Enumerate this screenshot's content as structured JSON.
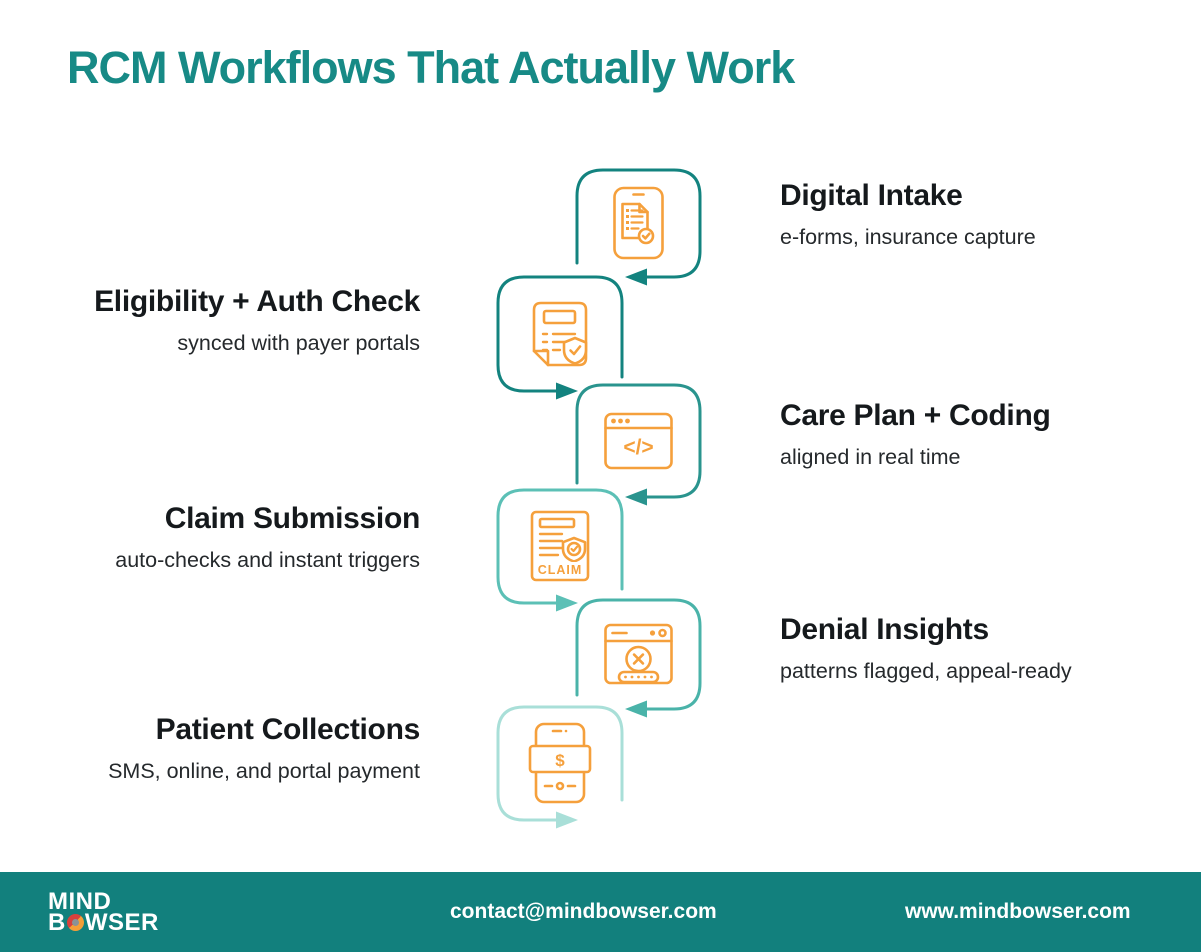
{
  "title": "RCM Workflows That Actually Work",
  "colors": {
    "title_teal": "#178A86",
    "box_dark_teal": "#13837F",
    "box3_teal": "#2A948E",
    "box4_teal": "#5CC0B6",
    "box5_teal": "#4AB3A9",
    "box6_teal": "#A9DFD8",
    "icon_orange": "#F5A03C",
    "footer_bg": "#12807D",
    "heading_text": "#15191c"
  },
  "steps": [
    {
      "title": "Digital Intake",
      "subtitle": "e-forms, insurance capture",
      "side": "right",
      "icon": "phone-form-icon"
    },
    {
      "title": "Eligibility + Auth Check",
      "subtitle": "synced with payer portals",
      "side": "left",
      "icon": "document-shield-icon"
    },
    {
      "title": "Care Plan + Coding",
      "subtitle": "aligned in real time",
      "side": "right",
      "icon": "code-window-icon"
    },
    {
      "title": "Claim Submission",
      "subtitle": "auto-checks and instant triggers",
      "side": "left",
      "icon": "claim-document-icon"
    },
    {
      "title": "Denial Insights",
      "subtitle": "patterns flagged, appeal-ready",
      "side": "right",
      "icon": "denied-window-icon"
    },
    {
      "title": "Patient Collections",
      "subtitle": "SMS, online, and portal payment",
      "side": "left",
      "icon": "phone-payment-icon"
    }
  ],
  "icon_labels": {
    "code_glyph": "</>",
    "claim_text": "CLAIM",
    "dollar": "$"
  },
  "footer": {
    "logo_line1": "MIND",
    "logo_b": "B",
    "logo_wser": "WSER",
    "email": "contact@mindbowser.com",
    "website": "www.mindbowser.com"
  }
}
